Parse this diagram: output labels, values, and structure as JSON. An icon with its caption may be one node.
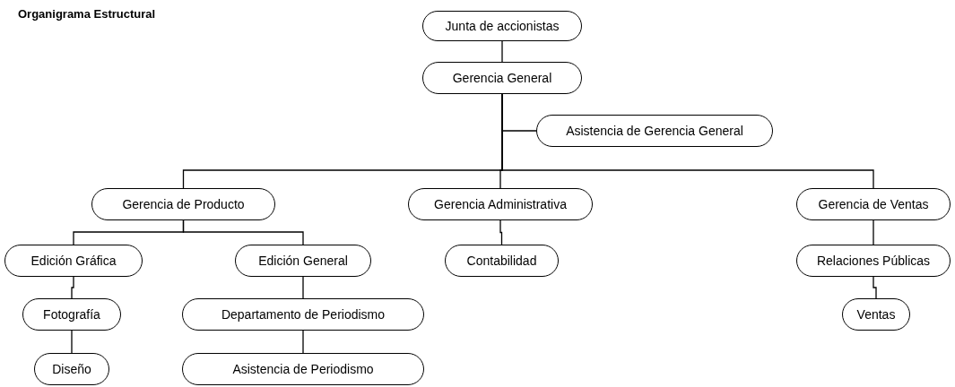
{
  "diagram": {
    "title": "Organigrama Estructural",
    "nodes": [
      {
        "text": [
          "Junta de accionistas"
        ]
      },
      {
        "text": [
          "Gerencia General"
        ]
      },
      {
        "text": [
          "Asistencia de Gerencia General"
        ]
      },
      {
        "text": [
          "Gerencia de Producto"
        ]
      },
      {
        "text": [
          "Gerencia Administrativa"
        ]
      },
      {
        "text": [
          "Gerencia de Ventas"
        ]
      },
      {
        "text": [
          "Edición Gráfica"
        ]
      },
      {
        "text": [
          "Edición General"
        ]
      },
      {
        "text": [
          "Contabilidad"
        ]
      },
      {
        "text": [
          "Relaciones Públicas"
        ]
      },
      {
        "text": [
          "Fotografía"
        ]
      },
      {
        "text": [
          "Departamento de Periodismo"
        ]
      },
      {
        "text": [
          "Ventas"
        ]
      },
      {
        "text": [
          "Diseño"
        ]
      },
      {
        "text": [
          "Asistencia de Periodismo"
        ]
      }
    ],
    "edges": [
      {
        "from": 0,
        "to": 1,
        "arrow": "none"
      },
      {
        "from": 1,
        "to": 2,
        "arrow": "none"
      },
      {
        "from": 1,
        "to": 3,
        "arrow": "none"
      },
      {
        "from": 1,
        "to": 4,
        "arrow": "none"
      },
      {
        "from": 1,
        "to": 5,
        "arrow": "none"
      },
      {
        "from": 3,
        "to": 6,
        "arrow": "none"
      },
      {
        "from": 3,
        "to": 7,
        "arrow": "none"
      },
      {
        "from": 4,
        "to": 8,
        "arrow": "none"
      },
      {
        "from": 5,
        "to": 9,
        "arrow": "none"
      },
      {
        "from": 6,
        "to": 10,
        "arrow": "none"
      },
      {
        "from": 10,
        "to": 13,
        "arrow": "none"
      },
      {
        "from": 7,
        "to": 11,
        "arrow": "none"
      },
      {
        "from": 11,
        "to": 14,
        "arrow": "none"
      },
      {
        "from": 9,
        "to": 12,
        "arrow": "none"
      }
    ]
  }
}
